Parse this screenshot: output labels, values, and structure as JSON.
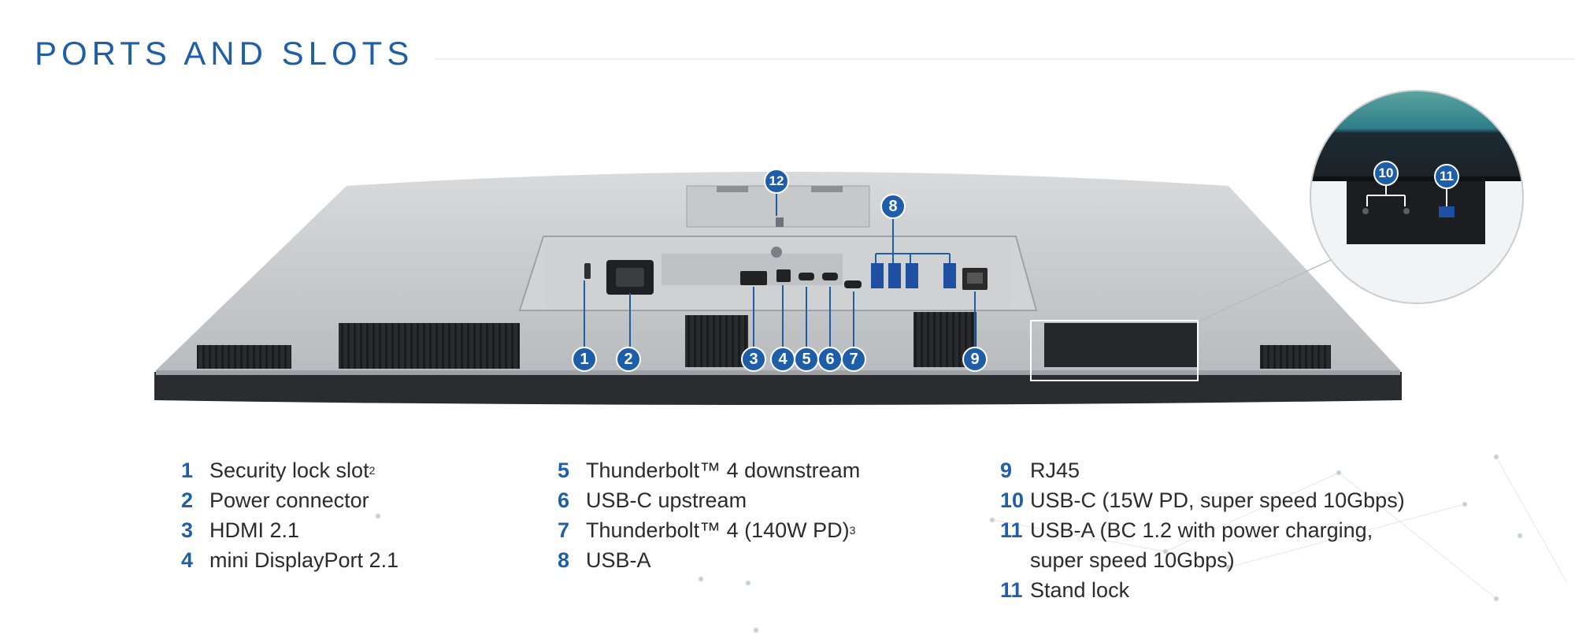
{
  "title": "PORTS AND SLOTS",
  "callouts": {
    "c1": "1",
    "c2": "2",
    "c3": "3",
    "c4": "4",
    "c5": "5",
    "c6": "6",
    "c7": "7",
    "c8": "8",
    "c9": "9",
    "c10": "10",
    "c11": "11",
    "c12": "12"
  },
  "legend": {
    "col1": [
      {
        "num": "1",
        "label": "Security lock slot",
        "sup": "2"
      },
      {
        "num": "2",
        "label": "Power connector"
      },
      {
        "num": "3",
        "label": "HDMI 2.1"
      },
      {
        "num": "4",
        "label": "mini DisplayPort 2.1"
      }
    ],
    "col2": [
      {
        "num": "5",
        "label": "Thunderbolt™ 4 downstream"
      },
      {
        "num": "6",
        "label": "USB-C upstream"
      },
      {
        "num": "7",
        "label": "Thunderbolt™ 4 (140W PD)",
        "sup": "3"
      },
      {
        "num": "8",
        "label": "USB-A"
      }
    ],
    "col3": [
      {
        "num": "9",
        "label": "RJ45"
      },
      {
        "num": "10",
        "label": "USB-C (15W PD, super speed 10Gbps)"
      },
      {
        "num": "11",
        "label": "USB-A (BC 1.2 with power charging,"
      },
      {
        "num": "",
        "label": "super speed 10Gbps)"
      },
      {
        "num": "11",
        "label": "Stand lock"
      }
    ]
  },
  "colors": {
    "accent": "#1f5fa6",
    "callout": "#1e5ea8",
    "monitor_silver": "#c9cbcd",
    "monitor_dark": "#2a2c2f"
  }
}
